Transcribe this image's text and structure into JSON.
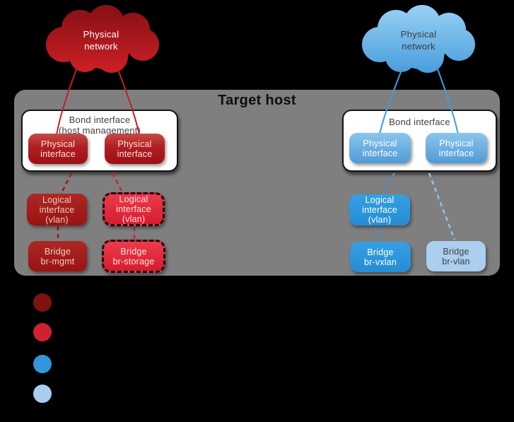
{
  "target_host": {
    "title": "Target host"
  },
  "red_network": {
    "cloud_label": "Physical\nnetwork",
    "bond_label": "Bond interface",
    "bond_sublabel": "(host management)",
    "physical_left_label": "Physical\ninterface",
    "physical_right_label": "Physical\ninterface",
    "logical_solid_label": "Logical\ninterface\n(vlan)",
    "logical_dashed_label": "Logical\ninterface\n(vlan)",
    "bridge_solid_label": "Bridge\nbr-mgmt",
    "bridge_dashed_label": "Bridge\nbr-storage"
  },
  "blue_network": {
    "cloud_label": "Physical\nnetwork",
    "bond_label": "Bond interface",
    "physical_left_label": "Physical\ninterface",
    "physical_right_label": "Physical\ninterface",
    "logical_label": "Logical\ninterface\n(vlan)",
    "bridge_vxlan_label": "Bridge\nbr-vxlan",
    "bridge_vlan_label": "Bridge\nbr-vlan"
  },
  "legend": {
    "dot_colors": [
      "#7E130D",
      "#D02132",
      "#3296DB",
      "#A9CDEE"
    ]
  },
  "colors": {
    "background": "#000000",
    "host_box_gray": "#7F7F7F",
    "red_dark": "#9A1412",
    "red_bright": "#D81C2E",
    "blue": "#2D96DB",
    "blue_light": "#ABCFF0",
    "red_line": "#C41E28",
    "blue_line": "#3B9FE0"
  }
}
